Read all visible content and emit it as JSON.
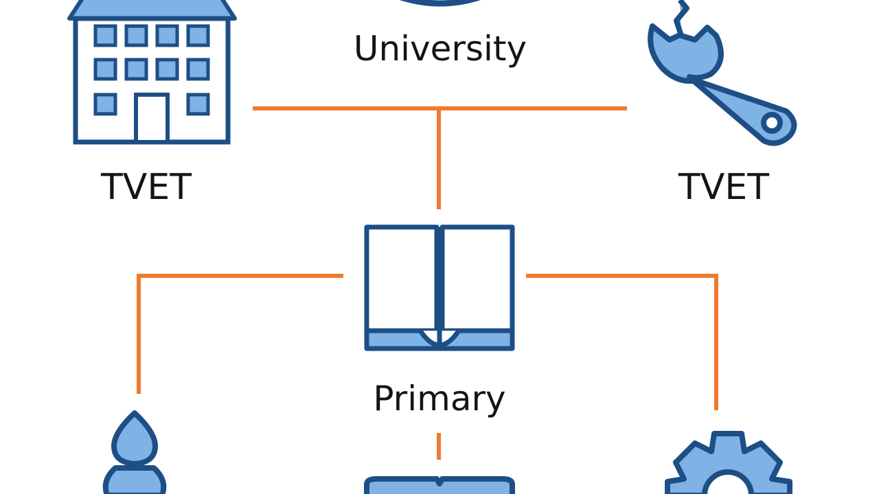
{
  "labels": {
    "university": "University",
    "tvet_left": "TVET",
    "tvet_right": "TVET",
    "primary": "Primary"
  },
  "icons": {
    "top": "graduation-cap-icon",
    "left": "building-icon",
    "right": "wrench-icon",
    "center": "open-book-icon",
    "bottom_left": "figure-icon",
    "bottom_center": "open-book-icon",
    "bottom_right": "gear-icon"
  },
  "colors": {
    "outline": "#1d4f86",
    "fill": "#7fb2e5",
    "connector": "#f07a2e",
    "text": "#141414",
    "background": "#ffffff"
  }
}
